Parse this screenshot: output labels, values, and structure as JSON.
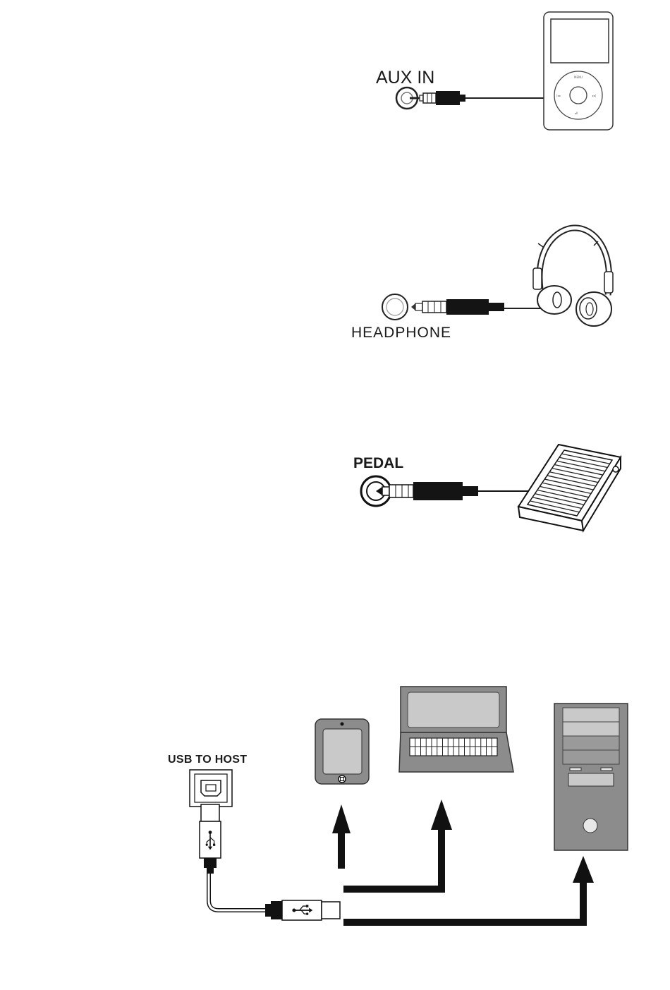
{
  "labels": {
    "aux_in": "AUX IN",
    "headphone": "HEADPHONE",
    "pedal": "PEDAL",
    "usb_to_host": "USB TO HOST"
  },
  "icons": {
    "mp3_player": "mp3-player-icon",
    "headphones": "headphones-icon",
    "pedal": "sustain-pedal-icon",
    "tablet": "tablet-icon",
    "laptop": "laptop-icon",
    "desktop": "desktop-tower-icon",
    "usb": "usb-symbol-icon"
  },
  "colors": {
    "line": "#111111",
    "device_gray": "#8c8c8c",
    "screen_gray": "#c9c9c9",
    "dark_gray": "#555555"
  }
}
